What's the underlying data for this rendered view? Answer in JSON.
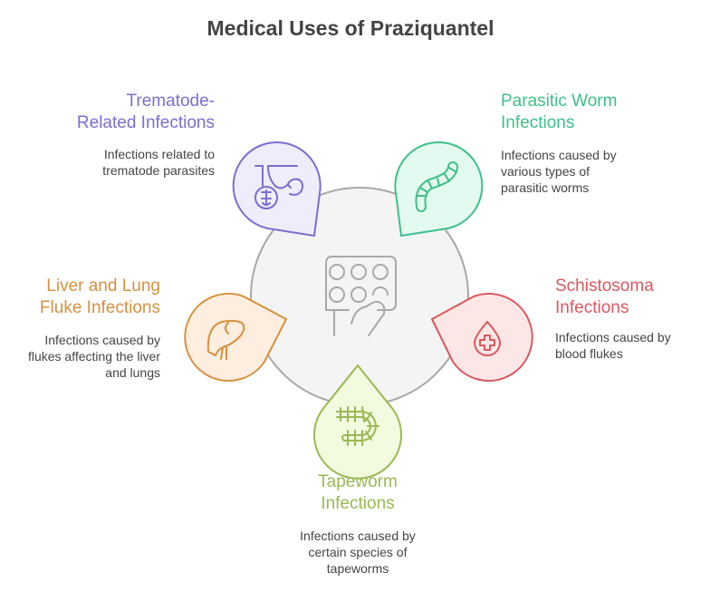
{
  "title": "Medical Uses of Praziquantel",
  "center": {
    "icon": "pill-blister-hand-icon",
    "fill": "#f4f4f4",
    "stroke": "#a8a8a8"
  },
  "items": [
    {
      "id": "trematode",
      "title_line1": "Trematode-",
      "title_line2": "Related Infections",
      "desc_line1": "Infections related to",
      "desc_line2": "trematode parasites",
      "icon": "gallbladder-parasite-icon",
      "color": "#7b6ed0",
      "fill": "#efedfb"
    },
    {
      "id": "parasitic-worm",
      "title_line1": "Parasitic Worm",
      "title_line2": "Infections",
      "desc_line1": "Infections caused by",
      "desc_line2": "various types of",
      "desc_line3": "parasitic worms",
      "icon": "worm-icon",
      "color": "#3fbf8c",
      "fill": "#e3faf0"
    },
    {
      "id": "liver-lung-fluke",
      "title_line1": "Liver and Lung",
      "title_line2": "Fluke Infections",
      "desc_line1": "Infections caused by",
      "desc_line2": "flukes affecting the liver",
      "desc_line3": "and lungs",
      "icon": "liver-icon",
      "color": "#d8903f",
      "fill": "#fdeedf"
    },
    {
      "id": "schistosoma",
      "title_line1": "Schistosoma",
      "title_line2": "Infections",
      "desc_line1": "Infections caused by",
      "desc_line2": "blood flukes",
      "icon": "blood-drop-cross-icon",
      "color": "#d9585e",
      "fill": "#fde6e6"
    },
    {
      "id": "tapeworm",
      "title_line1": "Tapeworm",
      "title_line2": "Infections",
      "desc_line1": "Infections caused by",
      "desc_line2": "certain species of",
      "desc_line3": "tapeworms",
      "icon": "tapeworm-icon",
      "color": "#9ab952",
      "fill": "#f2fadf"
    }
  ]
}
